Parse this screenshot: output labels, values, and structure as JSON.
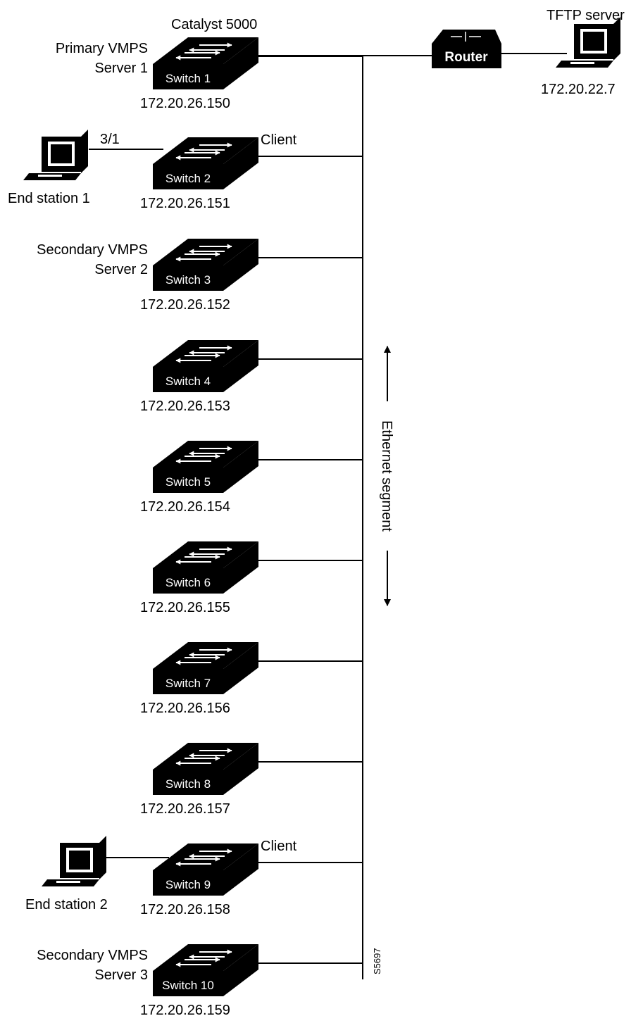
{
  "top_labels": {
    "catalyst": "Catalyst 5000",
    "tftp_server": "TFTP server"
  },
  "router": {
    "label": "Router",
    "tftp_ip": "172.20.22.7"
  },
  "switches": [
    {
      "label": "Switch 1",
      "ip": "172.20.26.150",
      "role": [
        "Primary VMPS",
        "Server 1"
      ]
    },
    {
      "label": "Switch 2",
      "ip": "172.20.26.151",
      "role": [],
      "client": "Client",
      "port": "3/1"
    },
    {
      "label": "Switch 3",
      "ip": "172.20.26.152",
      "role": [
        "Secondary VMPS",
        "Server 2"
      ]
    },
    {
      "label": "Switch 4",
      "ip": "172.20.26.153",
      "role": []
    },
    {
      "label": "Switch 5",
      "ip": "172.20.26.154",
      "role": []
    },
    {
      "label": "Switch 6",
      "ip": "172.20.26.155",
      "role": []
    },
    {
      "label": "Switch 7",
      "ip": "172.20.26.156",
      "role": []
    },
    {
      "label": "Switch 8",
      "ip": "172.20.26.157",
      "role": []
    },
    {
      "label": "Switch 9",
      "ip": "172.20.26.158",
      "role": [],
      "client": "Client"
    },
    {
      "label": "Switch 10",
      "ip": "172.20.26.159",
      "role": [
        "Secondary VMPS",
        "Server 3"
      ]
    }
  ],
  "end_stations": [
    {
      "label": "End station 1"
    },
    {
      "label": "End station 2"
    }
  ],
  "segment_label": "Ethernet segment",
  "figure_id": "S5697",
  "colors": {
    "ink": "#000000",
    "paper": "#ffffff"
  },
  "icons": {
    "switch": "switch-icon",
    "router": "router-icon",
    "computer": "computer-icon"
  }
}
